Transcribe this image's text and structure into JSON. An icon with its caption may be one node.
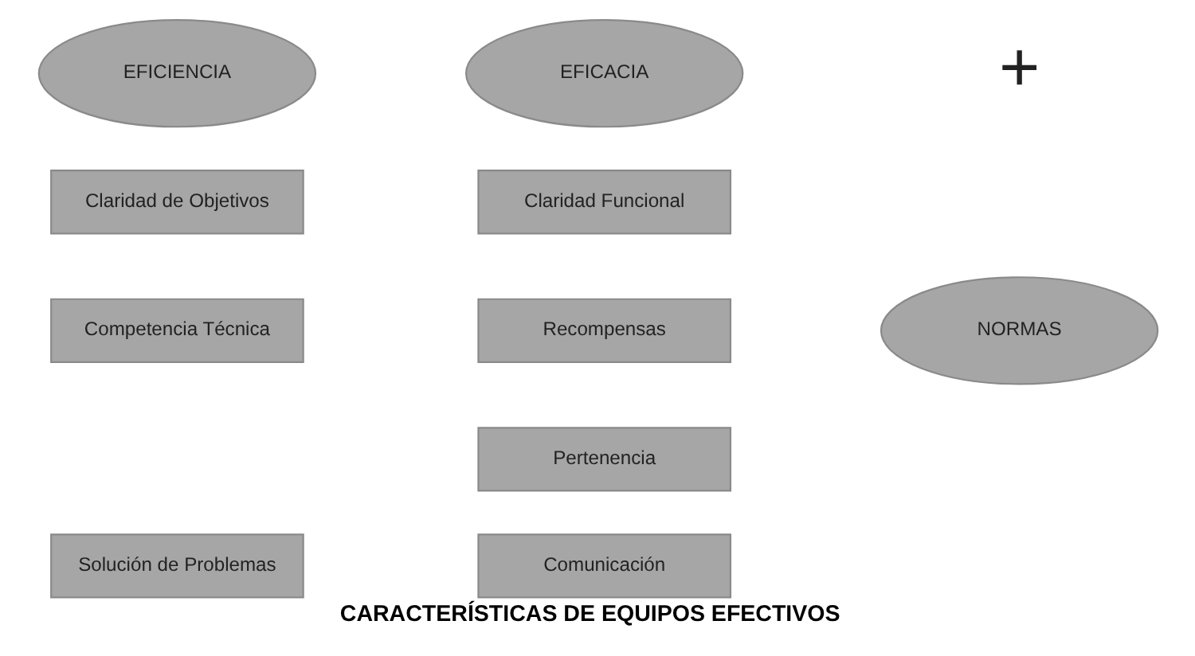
{
  "diagram": {
    "caption": "CARACTERÍSTICAS DE EQUIPOS EFECTIVOS",
    "nodes": [
      {
        "text": [
          "EFICIENCIA"
        ]
      },
      {
        "text": [
          "EFICACIA"
        ]
      },
      {
        "text": [
          "Claridad de Objetivos"
        ]
      },
      {
        "text": [
          "Competencia Técnica"
        ]
      },
      {
        "text": [
          "Solución de Problemas"
        ]
      },
      {
        "text": [
          "NORMAS"
        ]
      },
      {
        "text": [
          "Claridad Funcional"
        ]
      },
      {
        "text": [
          "Recompensas"
        ]
      },
      {
        "text": [
          "Pertenencia"
        ]
      },
      {
        "text": [
          "Comunicación"
        ]
      }
    ],
    "edges": [],
    "labels": [
      "+"
    ]
  }
}
